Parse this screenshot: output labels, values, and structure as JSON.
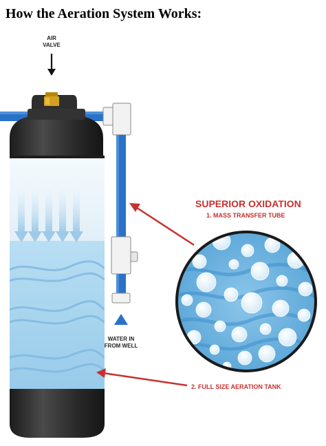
{
  "title": "How the Aeration System Works:",
  "labels": {
    "air_valve_line1": "AIR",
    "air_valve_line2": "VALVE",
    "heading": "SUPERIOR OXIDATION",
    "item1": "1. MASS TRANSFER TUBE",
    "water_in_line1": "WATER IN",
    "water_in_line2": "FROM WELL",
    "item2": "2. FULL SIZE AERATION TANK"
  },
  "colors": {
    "heading_red": "#c8302e",
    "arrow_red": "#c8302e",
    "pipe_blue": "#2a72c8",
    "water_blue": "#a8d4ee",
    "tank_dark": "#2b2b2b",
    "valve_brass": "#d4a020"
  }
}
